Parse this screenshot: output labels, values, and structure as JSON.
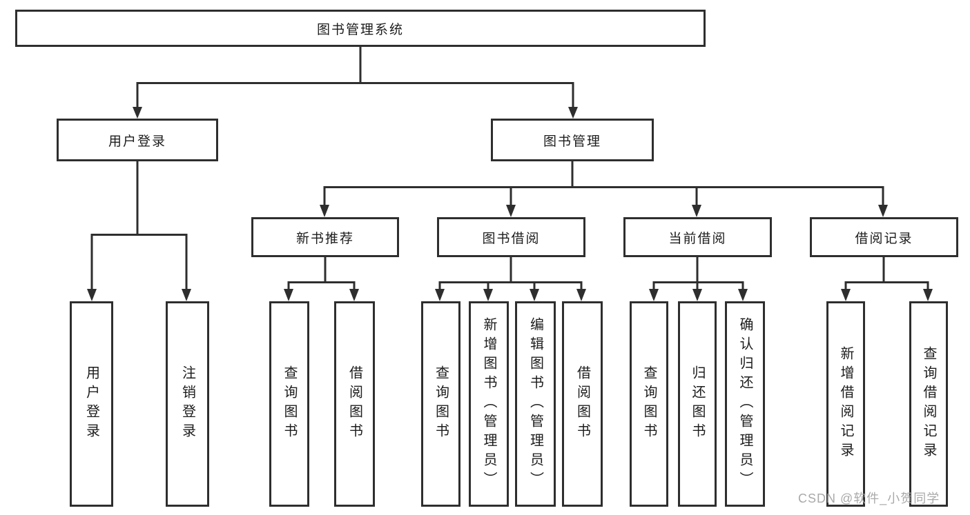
{
  "diagram": {
    "title": "图书管理系统",
    "watermark": "CSDN @软件_小贺同学",
    "colors": {
      "line": "#2e2e2e",
      "box_border": "#2e2e2e",
      "box_background": "#ffffff",
      "text": "#1c1c1c",
      "watermark": "#a4a4a4"
    },
    "nodes": {
      "root": {
        "label": "图书管理系统"
      },
      "user_login": {
        "label": "用户登录"
      },
      "book_mgmt": {
        "label": "图书管理"
      },
      "new_book": {
        "label": "新书推荐"
      },
      "book_borrow": {
        "label": "图书借阅"
      },
      "current_borrow": {
        "label": "当前借阅"
      },
      "borrow_records": {
        "label": "借阅记录"
      },
      "leaf_user_login": {
        "label": "用户登录"
      },
      "leaf_logout": {
        "label": "注销登录"
      },
      "leaf_query_book_1": {
        "label": "查询图书"
      },
      "leaf_borrow_book_1": {
        "label": "借阅图书"
      },
      "leaf_query_book_2": {
        "label": "查询图书"
      },
      "leaf_add_book": {
        "label": "新增图书（管理员）"
      },
      "leaf_edit_book": {
        "label": "编辑图书（管理员）"
      },
      "leaf_borrow_book_2": {
        "label": "借阅图书"
      },
      "leaf_query_book_3": {
        "label": "查询图书"
      },
      "leaf_return_book": {
        "label": "归还图书"
      },
      "leaf_confirm_return": {
        "label": "确认归还（管理员）"
      },
      "leaf_add_record": {
        "label": "新增借阅记录"
      },
      "leaf_query_record": {
        "label": "查询借阅记录"
      }
    },
    "structure": {
      "root": "图书管理系统",
      "children": [
        {
          "label": "用户登录",
          "children": [
            "用户登录",
            "注销登录"
          ]
        },
        {
          "label": "图书管理",
          "children": [
            {
              "label": "新书推荐",
              "children": [
                "查询图书",
                "借阅图书"
              ]
            },
            {
              "label": "图书借阅",
              "children": [
                "查询图书",
                "新增图书（管理员）",
                "编辑图书（管理员）",
                "借阅图书"
              ]
            },
            {
              "label": "当前借阅",
              "children": [
                "查询图书",
                "归还图书",
                "确认归还（管理员）"
              ]
            },
            {
              "label": "借阅记录",
              "children": [
                "新增借阅记录",
                "查询借阅记录"
              ]
            }
          ]
        }
      ]
    }
  }
}
